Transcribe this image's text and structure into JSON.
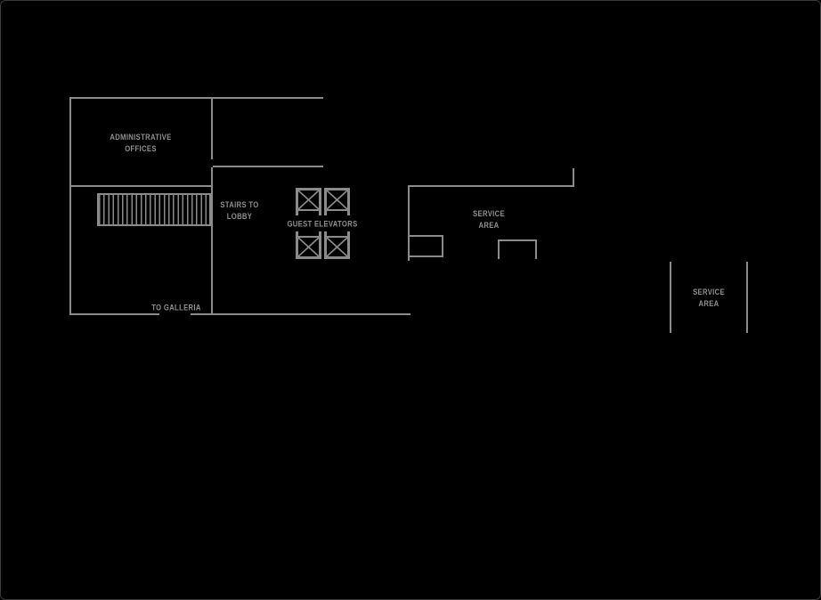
{
  "colors": {
    "background": "#000000",
    "wall": "#8b8b8b",
    "text": "#909090"
  },
  "labels": {
    "administrative_offices": "ADMINISTRATIVE\nOFFICES",
    "stairs_to_lobby": "STAIRS TO\nLOBBY",
    "guest_elevators": "GUEST ELEVATORS",
    "service_area_center": "SERVICE\nAREA",
    "to_galleria": "TO GALLERIA",
    "service_area_right": "SERVICE\nAREA"
  }
}
